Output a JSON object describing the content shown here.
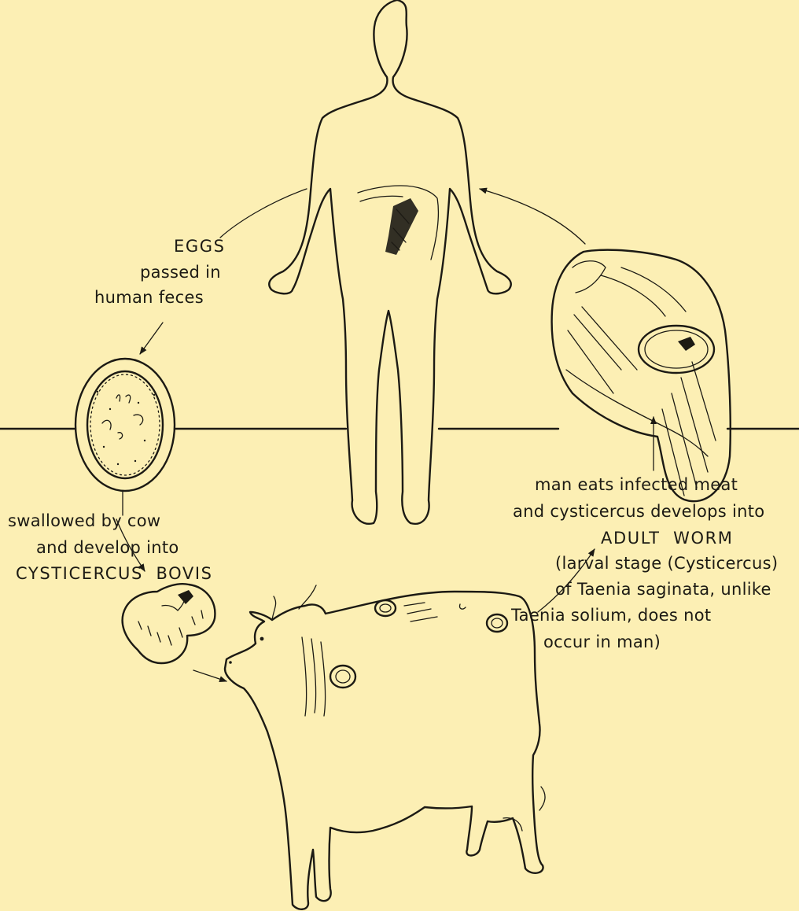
{
  "diagram": {
    "nodes": [
      {
        "id": "human",
        "icon": "human-figure-icon"
      },
      {
        "id": "egg",
        "icon": "tapeworm-egg-icon"
      },
      {
        "id": "cyst",
        "icon": "cysticercus-bovis-icon"
      },
      {
        "id": "cow",
        "icon": "infected-cow-icon"
      },
      {
        "id": "meat",
        "icon": "infected-meat-icon"
      }
    ],
    "edges": [
      {
        "from": "human",
        "to": "egg"
      },
      {
        "from": "egg",
        "to": "cyst"
      },
      {
        "from": "cyst",
        "to": "cow"
      },
      {
        "from": "cow",
        "to": "meat"
      },
      {
        "from": "meat",
        "to": "human"
      }
    ]
  },
  "labels": {
    "eggs": {
      "line1": "EGGS",
      "line2": "passed in",
      "line3": "human feces"
    },
    "swallowed": {
      "line1": "swallowed by cow",
      "line2": "and develop into",
      "line3": "CYSTICERCUS  BOVIS"
    },
    "man_eats": {
      "line1": "man eats infected meat",
      "line2": "and cysticercus develops into",
      "line3": "ADULT  WORM",
      "line4": "(larval stage (Cysticercus)",
      "line5": "of Taenia saginata, unlike",
      "line6": "Taenia solium, does not",
      "line7": "occur in man)"
    }
  },
  "colors": {
    "background": "#fcefb4",
    "ink": "#1c1a14"
  }
}
